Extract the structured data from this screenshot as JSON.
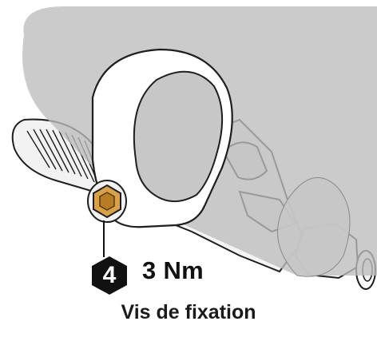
{
  "tool": {
    "hex_size": "4"
  },
  "torque": {
    "value": "3 Nm"
  },
  "caption": {
    "text": "Vis de fixation"
  },
  "colors": {
    "tube_gray": "#bdbdbd",
    "clamp_white": "#ffffff",
    "bolt_gold": "#d9a24a",
    "outline": "#1e1e1e",
    "badge_black": "#111111"
  },
  "icons": [
    "hex-key-icon",
    "bolt-icon"
  ]
}
